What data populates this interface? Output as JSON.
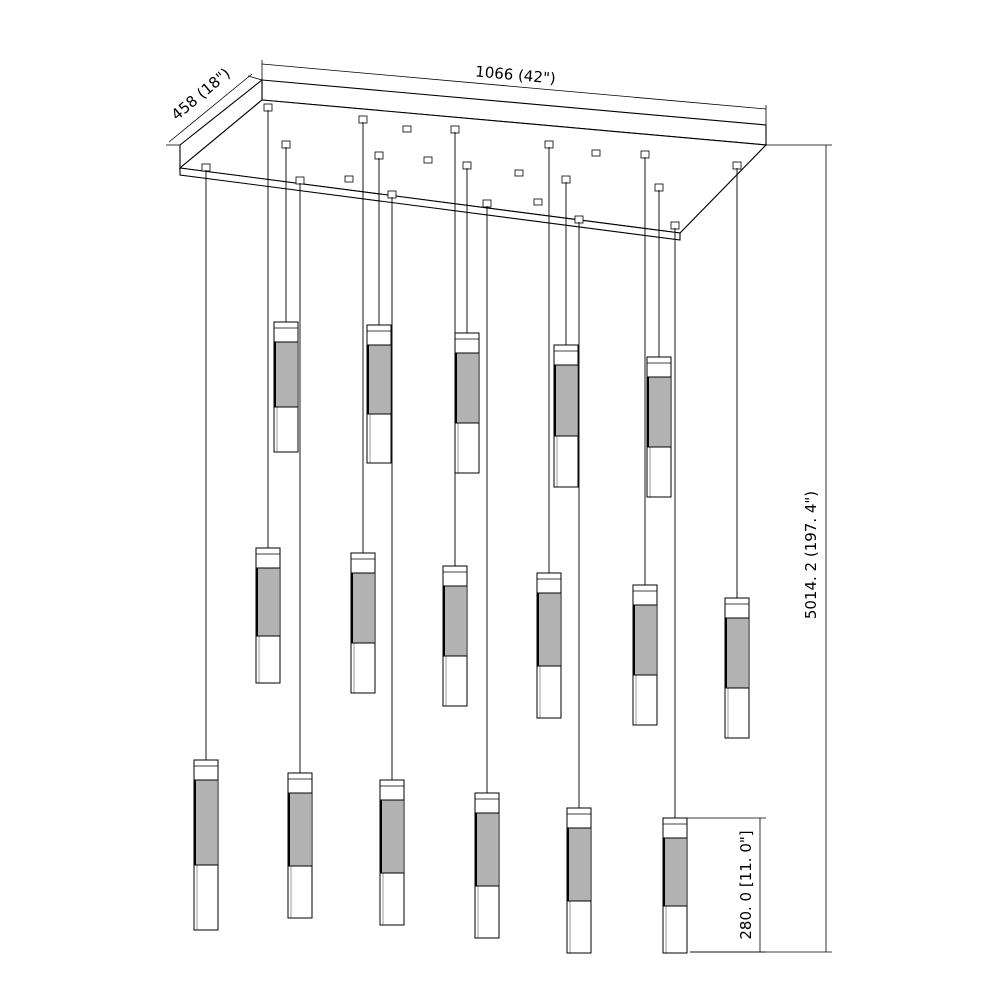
{
  "dimensions": {
    "width_label": "1066 (42\")",
    "depth_label": "458 (18\")",
    "height_label": "5014. 2 (197. 4\")",
    "pendant_label": "280. 0 [11. 0\"]"
  },
  "pendant_count": 17,
  "colors": {
    "line": "#000000",
    "background": "#ffffff"
  }
}
